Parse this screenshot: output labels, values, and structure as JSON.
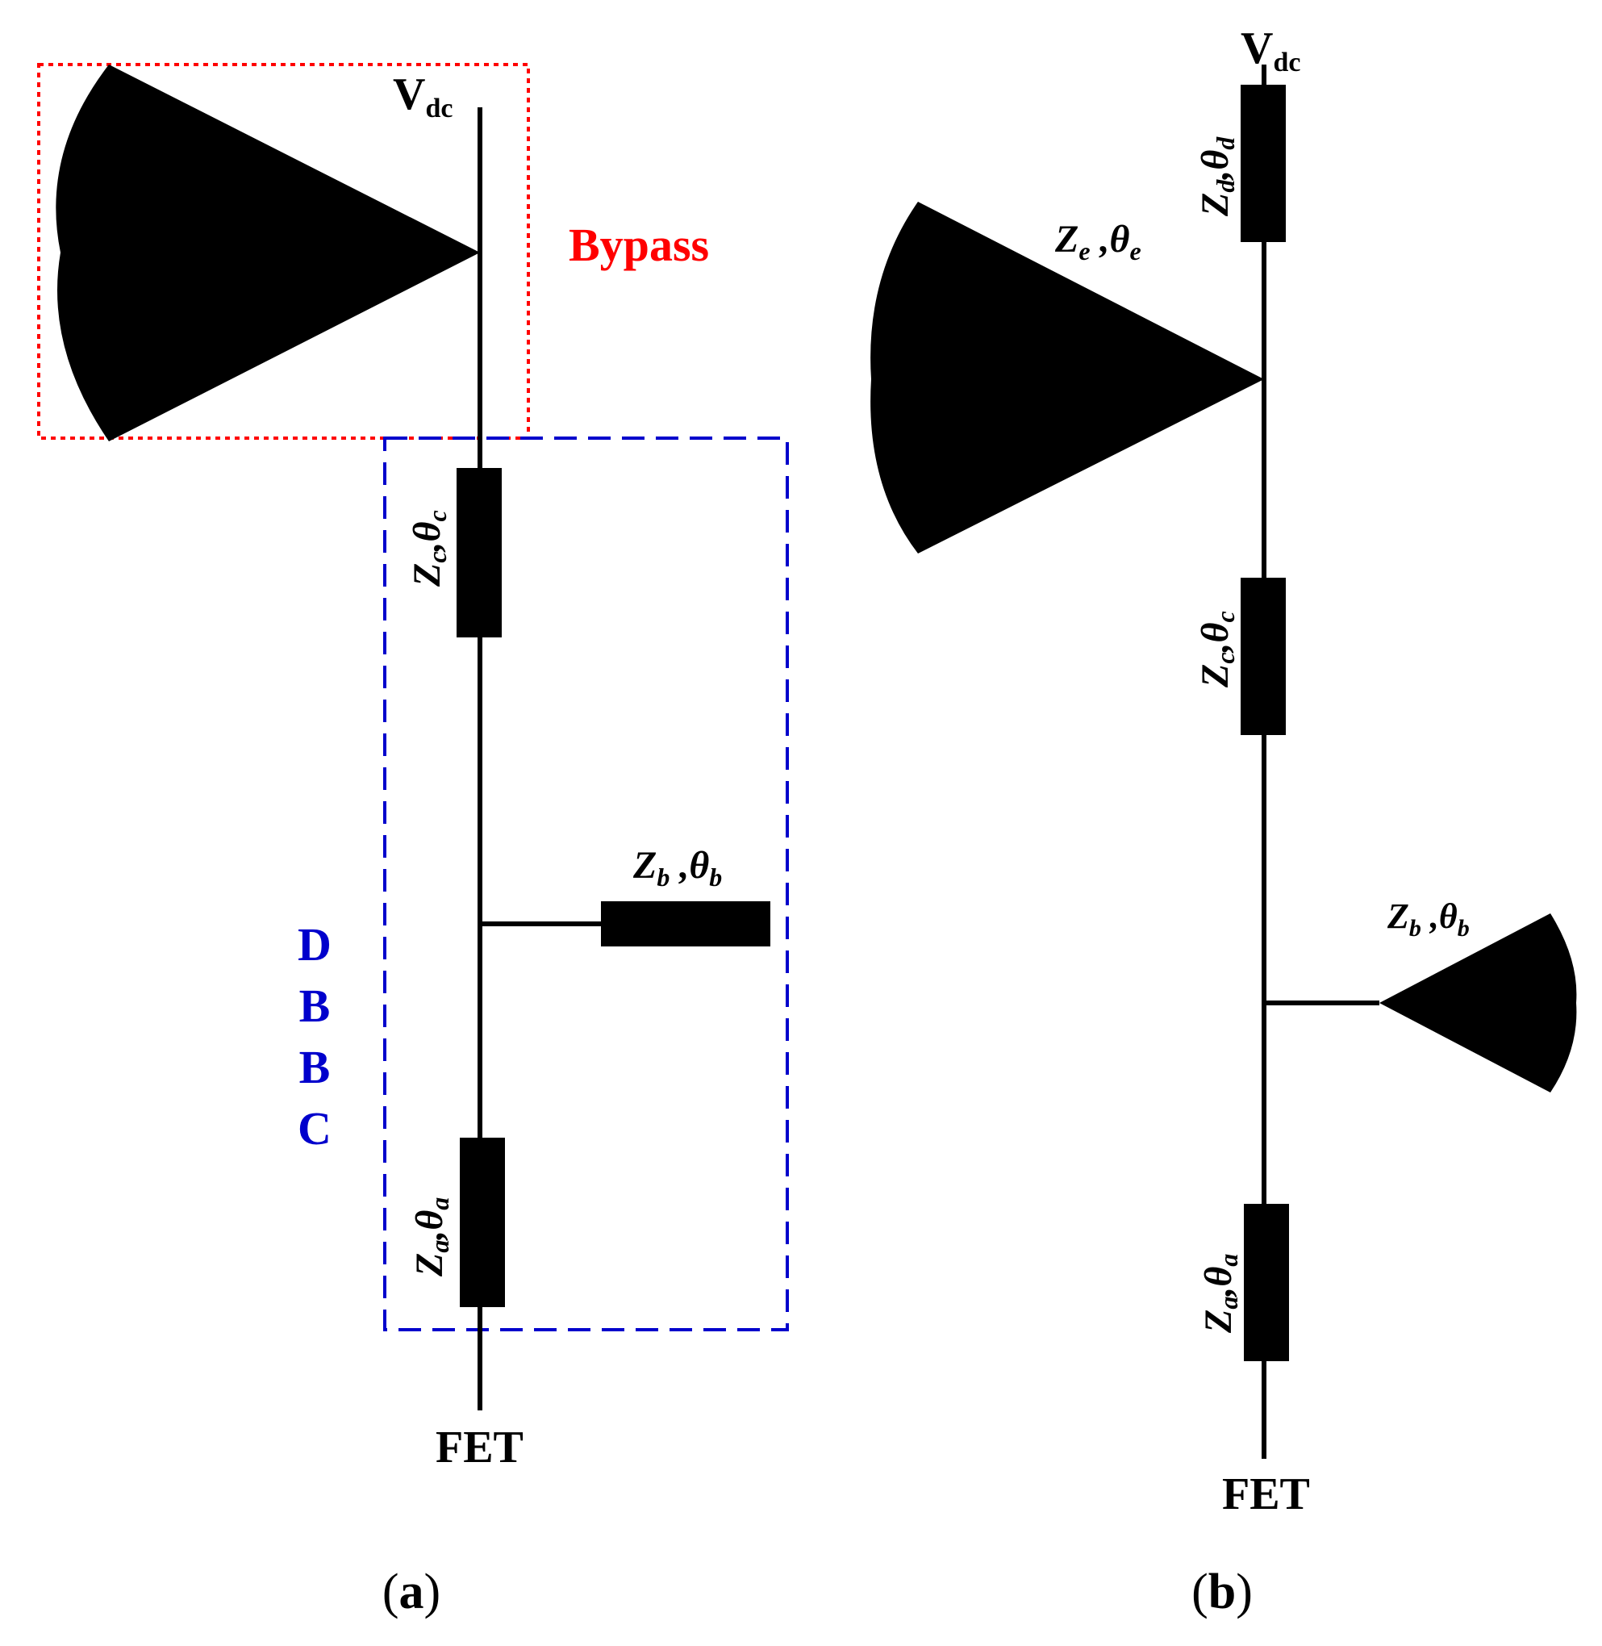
{
  "colors": {
    "ink": "#000000",
    "bypass": "#ff0000",
    "dbbc": "#0000cc",
    "background": "#ffffff"
  },
  "panel_a": {
    "caption": "(a)",
    "vdc": {
      "main": "V",
      "sub": "dc"
    },
    "fet": "FET",
    "bypass_label": "Bypass",
    "dbbc_letters": [
      "D",
      "B",
      "B",
      "C"
    ],
    "line_a": {
      "z": "Z",
      "zsub": "a",
      "theta": "θ",
      "tsub": "a"
    },
    "line_b": {
      "z": "Z",
      "zsub": "b",
      "theta": "θ",
      "tsub": "b"
    },
    "line_c": {
      "z": "Z",
      "zsub": "c",
      "theta": "θ",
      "tsub": "c"
    }
  },
  "panel_b": {
    "caption": "(b)",
    "vdc": {
      "main": "V",
      "sub": "dc"
    },
    "fet": "FET",
    "line_a": {
      "z": "Z",
      "zsub": "a",
      "theta": "θ",
      "tsub": "a"
    },
    "line_b": {
      "z": "Z",
      "zsub": "b",
      "theta": "θ",
      "tsub": "b"
    },
    "line_c": {
      "z": "Z",
      "zsub": "c",
      "theta": "θ",
      "tsub": "c"
    },
    "line_d": {
      "z": "Z",
      "zsub": "d",
      "theta": "θ",
      "tsub": "d"
    },
    "line_e": {
      "z": "Z",
      "zsub": "e",
      "theta": "θ",
      "tsub": "e"
    }
  }
}
